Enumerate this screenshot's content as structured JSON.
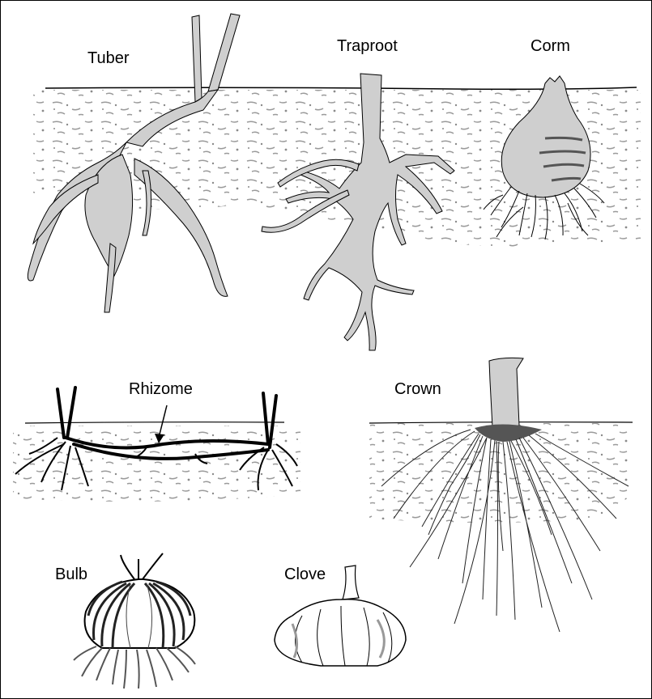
{
  "labels": {
    "tuber": "Tuber",
    "traproot": "Traproot",
    "corm": "Corm",
    "rhizome": "Rhizome",
    "crown": "Crown",
    "bulb": "Bulb",
    "clove": "Clove"
  },
  "colors": {
    "outline": "#000000",
    "organ_fill": "#cfcfcf",
    "soil_speckle": "#9a9a9a",
    "background": "#ffffff"
  }
}
